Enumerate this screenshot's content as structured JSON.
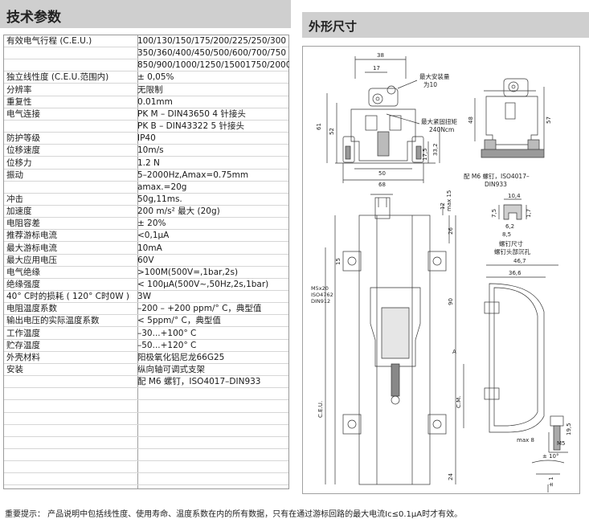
{
  "spec_section": {
    "title": "技术参数",
    "rows": [
      {
        "label": "有效电气行程 (C.E.U.)",
        "value": "100/130/150/175/200/225/250/300"
      },
      {
        "label": "",
        "value": "350/360/400/450/500/600/700/750"
      },
      {
        "label": "",
        "value": "850/900/1000/1250/15001750/2000"
      },
      {
        "label": "独立线性度 (C.E.U.范围内)",
        "value": "± 0,05%"
      },
      {
        "label": "分辨率",
        "value": "无限制"
      },
      {
        "label": "重复性",
        "value": "0.01mm"
      },
      {
        "label": "电气连接",
        "value": "PK M – DIN43650 4 针接头"
      },
      {
        "label": "",
        "value": "PK B – DIN43322 5 针接头"
      },
      {
        "label": "防护等级",
        "value": "IP40"
      },
      {
        "label": "位移速度",
        "value": "10m/s"
      },
      {
        "label": "位移力",
        "value": "1.2 N"
      },
      {
        "label": "振动",
        "value": "5–2000Hz,Amax=0.75mm"
      },
      {
        "label": "",
        "value": "amax.=20g"
      },
      {
        "label": "冲击",
        "value": "50g,11ms."
      },
      {
        "label": "加速度",
        "value": "200 m/s² 最大 (20g)"
      },
      {
        "label": "电阻容差",
        "value": "± 20%"
      },
      {
        "label": "推荐游标电流",
        "value": "<0,1μA"
      },
      {
        "label": "最大游标电流",
        "value": "10mA"
      },
      {
        "label": "最大应用电压",
        "value": "60V"
      },
      {
        "label": "电气绝缘",
        "value": ">100M(500V=,1bar,2s)"
      },
      {
        "label": "绝缘强度",
        "value": "< 100μA(500V~,50Hz,2s,1bar)"
      },
      {
        "label": "40° C时的损耗 ( 120° C时0W )",
        "value": "3W"
      },
      {
        "label": "电阻温度系数",
        "value": "–200 – +200 ppm/° C，典型值"
      },
      {
        "label": "输出电压的实际温度系数",
        "value": "< 5ppm/° C，典型值"
      },
      {
        "label": "工作温度",
        "value": "–30...+100° C"
      },
      {
        "label": "贮存温度",
        "value": "–50...+120° C"
      },
      {
        "label": "外壳材料",
        "value": "阳极氧化铝尼龙66G25"
      },
      {
        "label": "安装",
        "value": "纵向轴可调式支架"
      },
      {
        "label": "",
        "value": "配 M6 螺钉，ISO4017–DIN933"
      },
      {
        "label": "",
        "value": ""
      },
      {
        "label": "",
        "value": ""
      },
      {
        "label": "",
        "value": ""
      },
      {
        "label": "",
        "value": ""
      },
      {
        "label": "",
        "value": ""
      },
      {
        "label": "",
        "value": ""
      },
      {
        "label": "",
        "value": ""
      },
      {
        "label": "",
        "value": ""
      }
    ]
  },
  "dimension_section": {
    "title": "外形尺寸",
    "labels": {
      "d38": "38",
      "d17": "17",
      "max_mount_1": "最大安装量",
      "max_mount_2": "为10",
      "max_torque_1": "最大紧固扭矩",
      "max_torque_2": "240Ncm",
      "d61": "61",
      "d52": "52",
      "d33_2": "33,2",
      "d17_5": "17,5",
      "d50": "50",
      "d68": "68",
      "d48": "48",
      "d57": "57",
      "screw_note_1": "配 M6 螺钉，ISO4017–",
      "screw_note_2": "DIN933",
      "max15": "max 15",
      "d12": "12",
      "d26": "26",
      "d10_4": "10,4",
      "d7_5": "7,5",
      "d1_7": "1,7",
      "d6_2": "6,2",
      "d8_5": "8,5",
      "d15": "15",
      "bolt_1": "M5x20",
      "bolt_2": "ISO4762",
      "bolt_3": "DIN912",
      "counterbore_1": "螺钉尺寸",
      "counterbore_2": "螺钉头部沉孔",
      "d46_7": "46,7",
      "d36_6": "36,6",
      "d90": "90",
      "dA": "A",
      "dCEU": "C.E.U.",
      "dCM": "C.M.",
      "d19_5": "19,5",
      "max8": "max 8",
      "dM5": "M5",
      "angle": "± 10°",
      "d24": "24",
      "pm1": "± 1"
    }
  },
  "footnote": "重要提示：  产品说明中包括线性度、使用寿命、温度系数在内的所有数据，只有在通过游标回路的最大电流Ic≤0.1μA时才有效。"
}
